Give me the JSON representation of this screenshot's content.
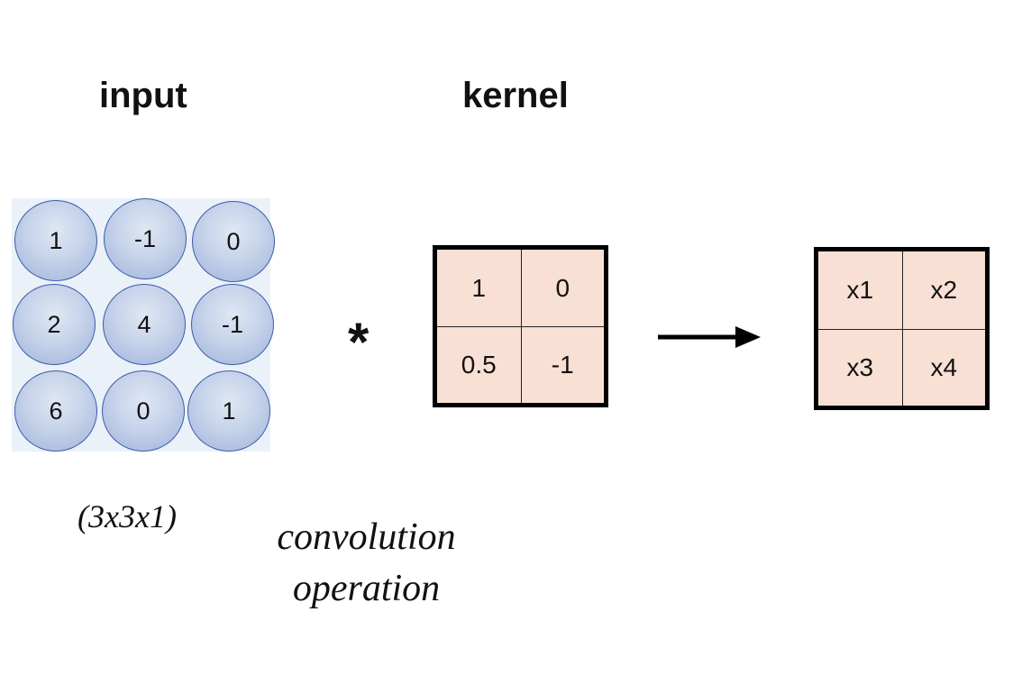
{
  "labels": {
    "input_title": "input",
    "kernel_title": "kernel",
    "input_dims": "(3x3x1)",
    "operation_line1": "convolution",
    "operation_line2": "operation",
    "operator_symbol": "*"
  },
  "input_matrix": [
    [
      "1",
      "-1",
      "0"
    ],
    [
      "2",
      "4",
      "-1"
    ],
    [
      "6",
      "0",
      "1"
    ]
  ],
  "kernel_matrix": [
    [
      "1",
      "0"
    ],
    [
      "0.5",
      "-1"
    ]
  ],
  "output_matrix": [
    [
      "x1",
      "x2"
    ],
    [
      "x3",
      "x4"
    ]
  ],
  "colors": {
    "input_panel": "#eaf1f9",
    "node_fill": "#c6d3ea",
    "node_border": "#3b5ca8",
    "grid_fill": "#f8e0d4",
    "grid_border": "#000000"
  },
  "icons": {
    "arrow": "right-arrow-icon"
  }
}
